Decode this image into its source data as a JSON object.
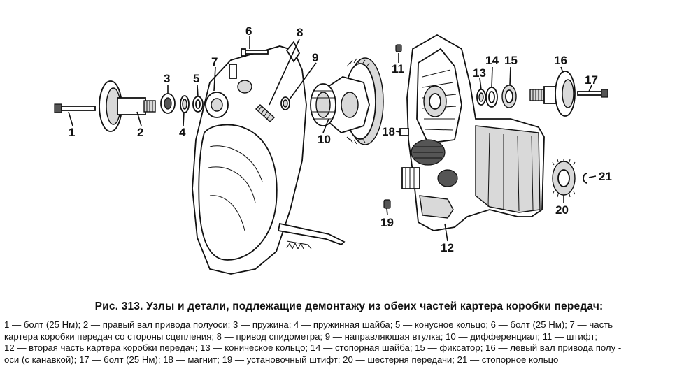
{
  "figure": {
    "callouts": [
      "1",
      "2",
      "3",
      "4",
      "5",
      "6",
      "7",
      "8",
      "9",
      "10",
      "11",
      "12",
      "13",
      "14",
      "15",
      "16",
      "17",
      "18",
      "19",
      "20",
      "21"
    ]
  },
  "caption": {
    "title": "Рис. 313. Узлы и детали, подлежащие демонтажу из обеих частей картера коробки передач:",
    "lines": [
      "1 — болт (25 Нм); 2 — правый вал привода полуоси; 3 — пружина; 4 — пружинная шайба; 5 — конусное кольцо; 6 — болт (25 Нм); 7 — часть",
      "картера коробки передач со стороны сцепления; 8 — привод спидометра; 9 — направляющая втулка; 10 — дифференциал; 11 — штифт;",
      "12 — вторая часть картера коробки передач; 13 — коническое кольцо; 14 — стопорная шайба; 15 — фиксатор; 16 — левый вал привода полу -",
      "оси (с канавкой); 17 — болт (25 Нм); 18 — магнит; 19 — установочный штифт; 20 — шестерня передачи; 21 — стопорное кольцо"
    ]
  }
}
